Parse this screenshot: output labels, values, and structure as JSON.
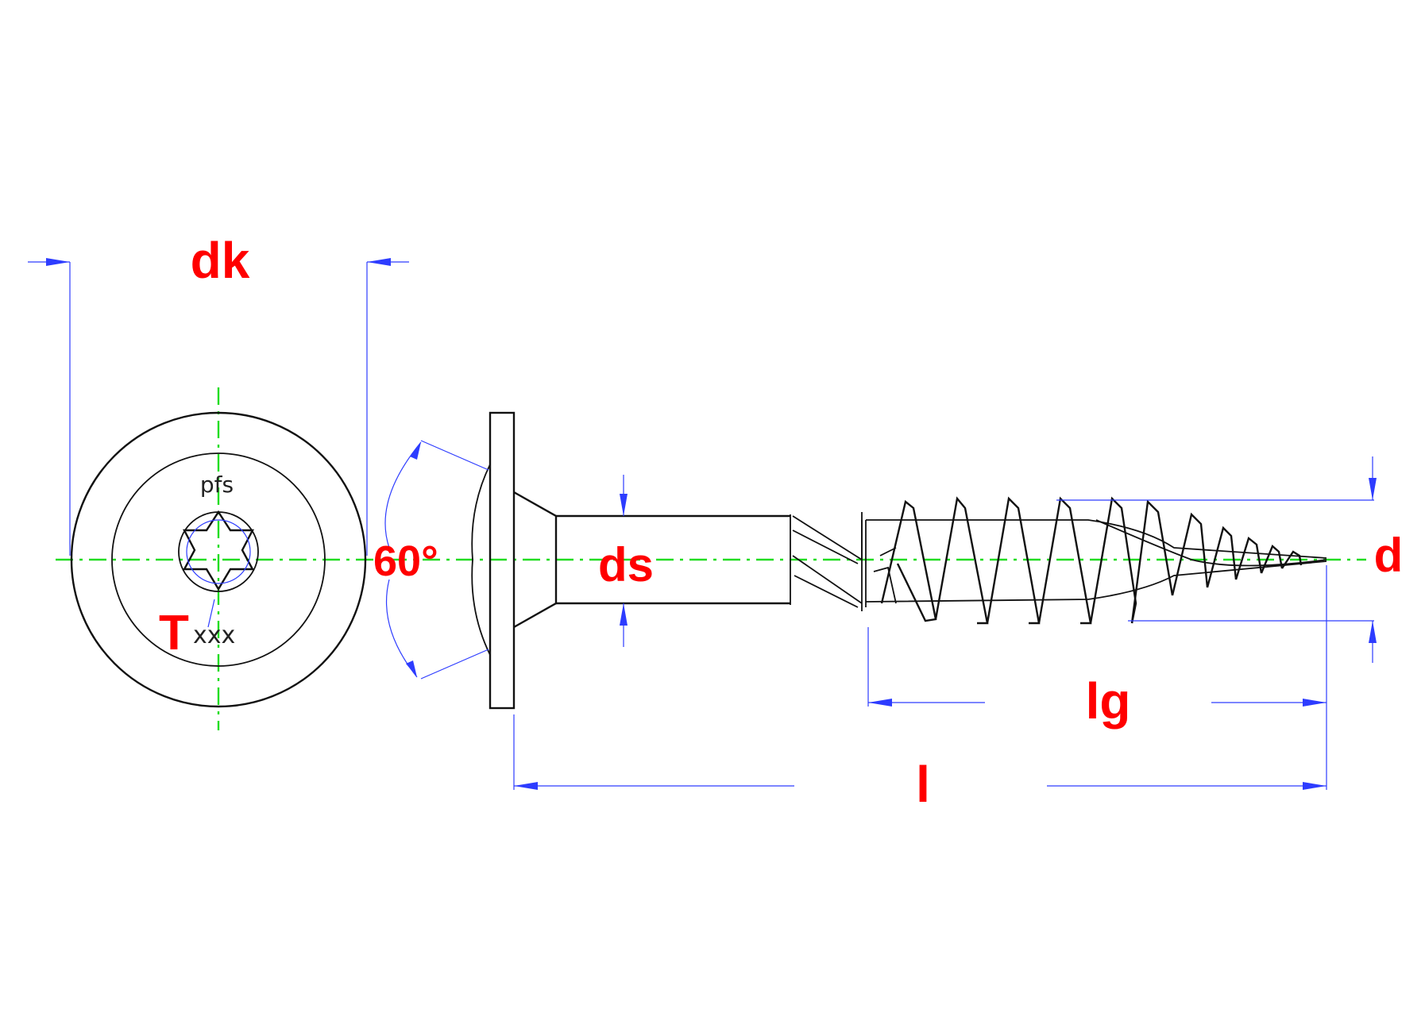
{
  "labels": {
    "head_diameter": "dk",
    "countersink_angle": "60°",
    "shank_diameter": "ds",
    "thread_diameter": "d",
    "thread_length": "lg",
    "total_length": "l",
    "drive_mark": "pfs",
    "drive_type_letter": "T",
    "drive_size": "xxx"
  },
  "colors": {
    "label": "#ff0000",
    "outline": "#111111",
    "dimension": "#2d3cff",
    "centerline": "#22dd22"
  }
}
